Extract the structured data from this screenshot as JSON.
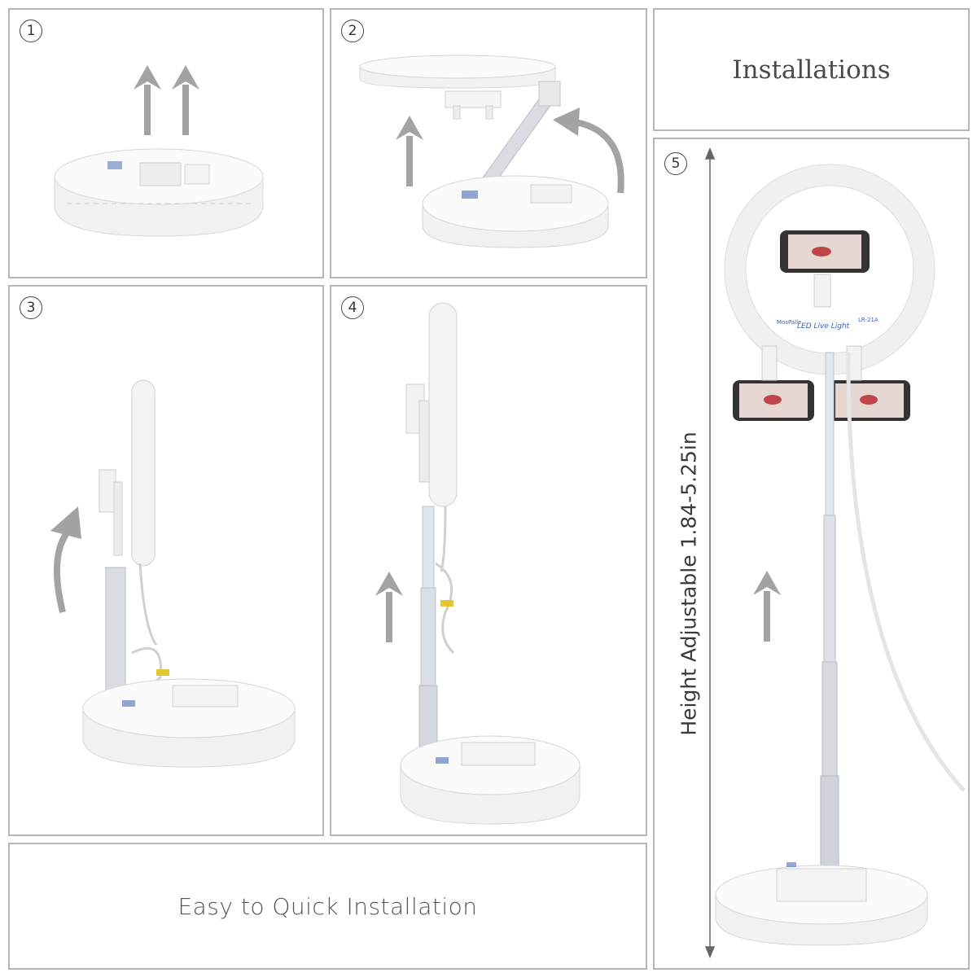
{
  "steps": {
    "one": "1",
    "two": "2",
    "three": "3",
    "four": "4",
    "five": "5"
  },
  "title": "Installations",
  "caption": "Easy to Quick Installation",
  "height_label": "Height Adjustable 1.84-5.25in",
  "ring_text": {
    "brand": "MosPalle",
    "model": "LR-21A",
    "product": "LED Live Light"
  },
  "colors": {
    "border": "#b7b7b7",
    "arrow": "#a3a3a3",
    "body": "#f6f6f6",
    "pole": "#d9dde2",
    "accent_blue": "#3a5fb0",
    "tie_yellow": "#e3c630"
  }
}
